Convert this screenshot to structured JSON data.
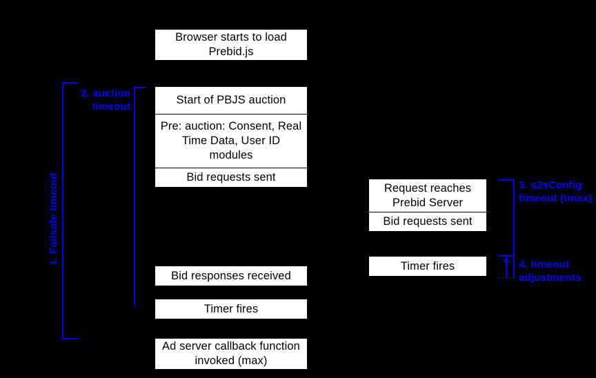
{
  "diagram": {
    "title_hidden": "Prebid timeout diagram",
    "accent_color": "#0000ff",
    "box_fill": "#ffffff",
    "background": "#000000",
    "client_column": {
      "top_box": "Browser starts to load Prebid.js",
      "auction_stack": [
        "Start of PBJS auction",
        "Pre: auction: Consent, Real Time Data, User ID modules",
        "Bid requests sent"
      ],
      "bid_responses": "Bid responses received",
      "timer_fires": "Timer fires",
      "ad_server_callback": "Ad server callback function invoked (max)"
    },
    "server_column": {
      "server_stack": [
        "Request reaches Prebid Server",
        "Bid requests sent"
      ],
      "timer_fires": "Timer fires"
    },
    "annotations": {
      "failsafe_timeout": "1. Failsafe timeout",
      "auction_timeout": "2. auction\ntimeout",
      "s2s_config_timeout": "3. s2sConfig\ntimeout (tmax)",
      "timeout_adjustments": "4. timeout\nadjustments"
    }
  }
}
